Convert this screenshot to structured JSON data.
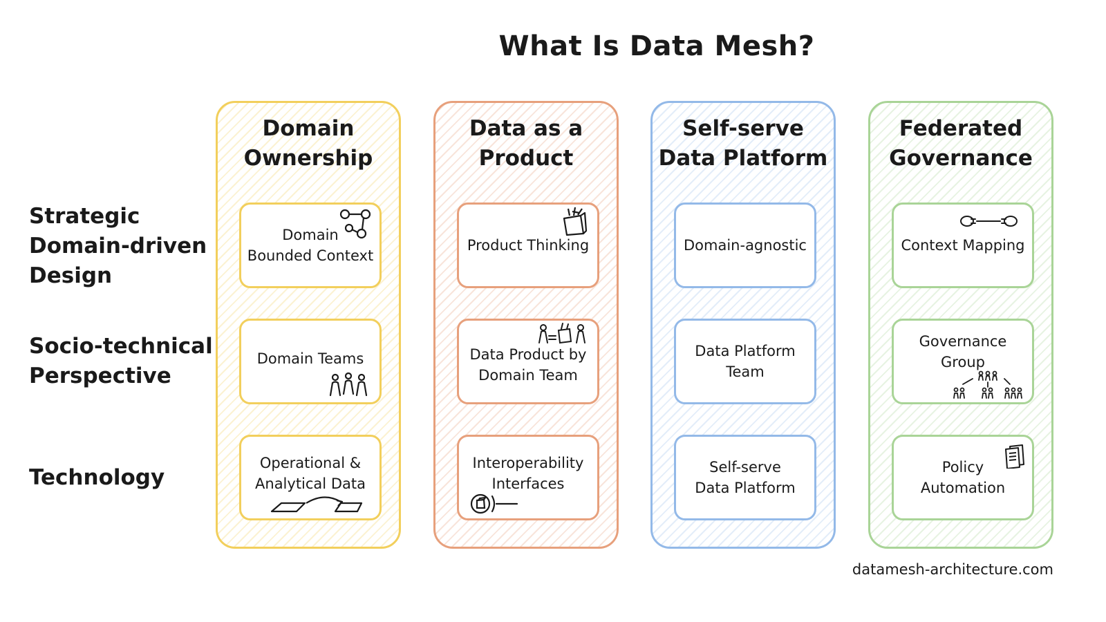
{
  "title": "What Is Data Mesh?",
  "row_labels": [
    "Strategic\nDomain-driven\nDesign",
    "Socio-technical\nPerspective",
    "Technology"
  ],
  "columns": [
    {
      "title": "Domain\nOwnership",
      "color": "#f2cf5c",
      "cards": [
        {
          "text": "Domain\nBounded Context",
          "icon": "graph-nodes-icon"
        },
        {
          "text": "Domain Teams",
          "icon": "people-group-icon"
        },
        {
          "text": "Operational &\nAnalytical Data",
          "icon": "data-transfer-icon"
        }
      ]
    },
    {
      "title": "Data as a\nProduct",
      "color": "#e7a07c",
      "cards": [
        {
          "text": "Product Thinking",
          "icon": "gift-box-icon"
        },
        {
          "text": "Data Product by\nDomain Team",
          "icon": "team-product-icon"
        },
        {
          "text": "Interoperability\nInterfaces",
          "icon": "port-connector-icon"
        }
      ]
    },
    {
      "title": "Self-serve\nData Platform",
      "color": "#93b9e8",
      "cards": [
        {
          "text": "Domain-agnostic",
          "icon": ""
        },
        {
          "text": "Data Platform\nTeam",
          "icon": ""
        },
        {
          "text": "Self-serve\nData Platform",
          "icon": ""
        }
      ]
    },
    {
      "title": "Federated\nGovernance",
      "color": "#a9d497",
      "cards": [
        {
          "text": "Context Mapping",
          "icon": "link-connect-icon"
        },
        {
          "text": "Governance\nGroup",
          "icon": "org-hierarchy-icon"
        },
        {
          "text": "Policy\nAutomation",
          "icon": "document-stack-icon"
        }
      ]
    }
  ],
  "footer": "datamesh-architecture.com"
}
